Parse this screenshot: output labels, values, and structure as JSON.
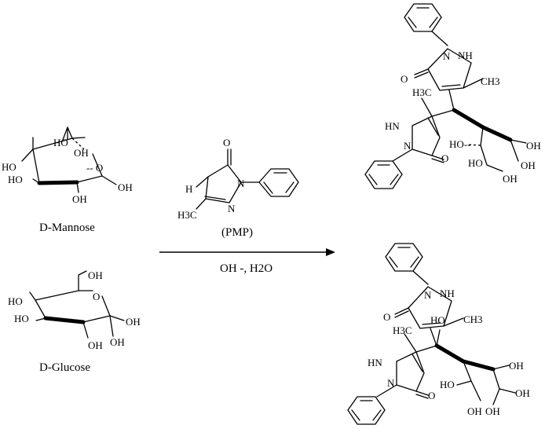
{
  "reactants": [
    {
      "name": "D-Mannose"
    },
    {
      "name": "D-Glucose"
    }
  ],
  "reagent": {
    "name": "(PMP)",
    "conditions": "OH ‑, H2O"
  },
  "labels": {
    "ho": "HO",
    "oh": "OH",
    "o": "O",
    "n": "N",
    "nh": "NH",
    "hn": "HN",
    "h": "H",
    "h3c": "H3C",
    "ch3": "CH3",
    "o_dash": "-- O",
    "ho_dash": "HO--"
  },
  "colors": {
    "ink": "#000000",
    "background": "#ffffff"
  }
}
